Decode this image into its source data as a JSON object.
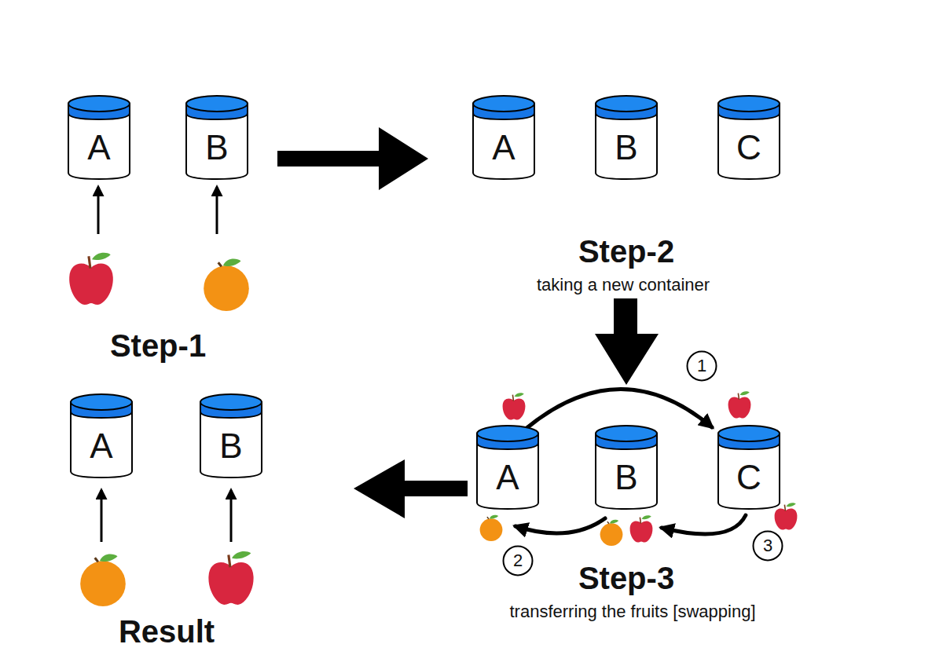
{
  "diagram": {
    "nodes": [
      {
        "text": [
          "A"
        ]
      },
      {
        "text": [
          "B"
        ]
      },
      {
        "text": [
          "A"
        ]
      },
      {
        "text": [
          "B"
        ]
      },
      {
        "text": [
          "C"
        ]
      },
      {
        "text": [
          "1"
        ]
      },
      {
        "text": [
          "A"
        ]
      },
      {
        "text": [
          "B"
        ]
      },
      {
        "text": [
          "C"
        ]
      },
      {
        "text": [
          "2"
        ]
      },
      {
        "text": [
          "3"
        ]
      },
      {
        "text": [
          "A"
        ]
      },
      {
        "text": [
          "B"
        ]
      }
    ],
    "edges": [
      {
        "from": 6,
        "to": 8,
        "arrow": "to"
      },
      {
        "from": 7,
        "to": 6,
        "arrow": "to"
      },
      {
        "from": 8,
        "to": 7,
        "arrow": "to"
      }
    ],
    "labels": [
      "Step-1",
      "Step-2",
      "taking a new container",
      "Step-3",
      "transferring the fruits [swapping]",
      "Result"
    ]
  }
}
